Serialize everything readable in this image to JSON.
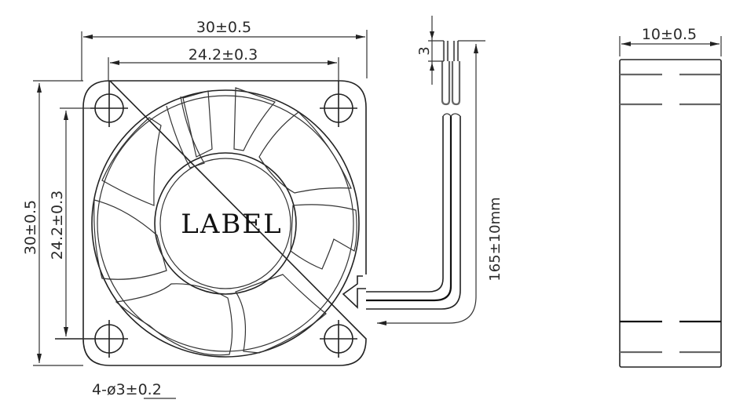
{
  "drawing": {
    "title": "30x30x10mm axial fan dimension drawing",
    "front_view": {
      "overall_width_dim": "30±0.5",
      "hole_spacing_width_dim": "24.2±0.3",
      "overall_height_dim": "30±0.5",
      "hole_spacing_height_dim": "24.2±0.3",
      "hub_label": "LABEL",
      "mounting_holes_note": "4-ø3±0.2",
      "blade_count": 7,
      "mounting_hole_count": 4
    },
    "lead_wires": {
      "strip_length_dim": "3",
      "wire_length_dim": "165±10mm",
      "wire_count": 2
    },
    "side_view": {
      "thickness_dim": "10±0.5"
    },
    "colors": {
      "line": "#222222",
      "background": "#ffffff"
    }
  }
}
